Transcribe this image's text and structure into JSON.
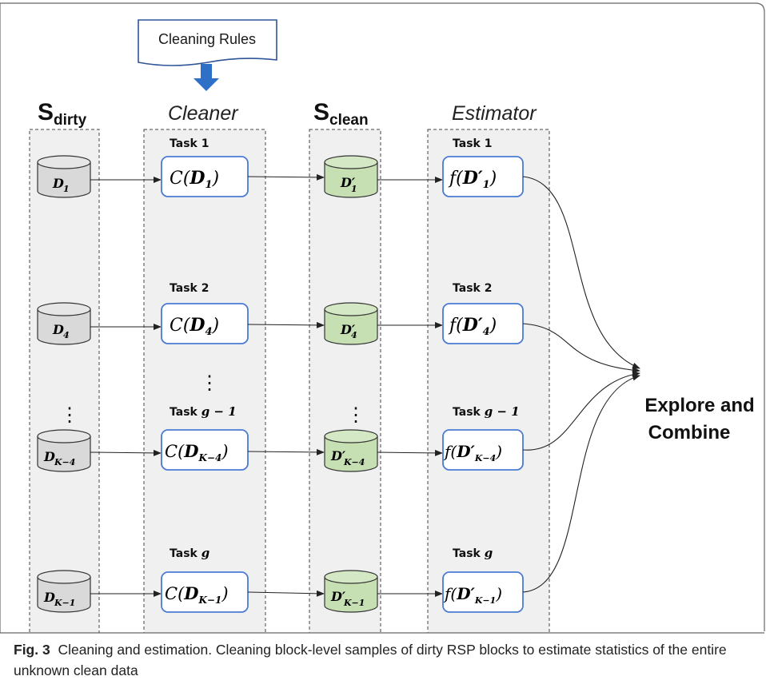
{
  "diagram": {
    "cleaning_rules_label": "Cleaning Rules",
    "columns": {
      "dirty": {
        "title_main": "S",
        "title_sub": "dirty"
      },
      "cleaner": {
        "title": "Cleaner"
      },
      "clean": {
        "title_main": "S",
        "title_sub": "clean"
      },
      "estimator": {
        "title": "Estimator"
      }
    },
    "rows": [
      {
        "task": "Task 1",
        "task_var": "",
        "dirty_sub": "1",
        "clean_sub": "1"
      },
      {
        "task": "Task 2",
        "task_var": "",
        "dirty_sub": "4",
        "clean_sub": "4"
      },
      {
        "task": "Task",
        "task_var": "g − 1",
        "dirty_sub": "K−4",
        "clean_sub": "K−4"
      },
      {
        "task": "Task",
        "task_var": "g",
        "dirty_sub": "K−1",
        "clean_sub": "K−1"
      }
    ],
    "estimator_tasks": [
      "Task 1",
      "Task 2",
      "Task",
      "Task"
    ],
    "dots": "⋮",
    "explore_line1": "Explore and",
    "explore_line2": "Combine"
  },
  "caption": {
    "label": "Fig. 3",
    "text": "Cleaning and estimation. Cleaning block-level samples of dirty RSP blocks to estimate statistics of the entire unknown clean data"
  },
  "colors": {
    "box_border": "#4a7bd4",
    "dirty_fill": "#d9d9d9",
    "clean_fill": "#c6e0b4",
    "column_bg": "#f0f0f0",
    "arrow_blue": "#2e6fc7"
  }
}
